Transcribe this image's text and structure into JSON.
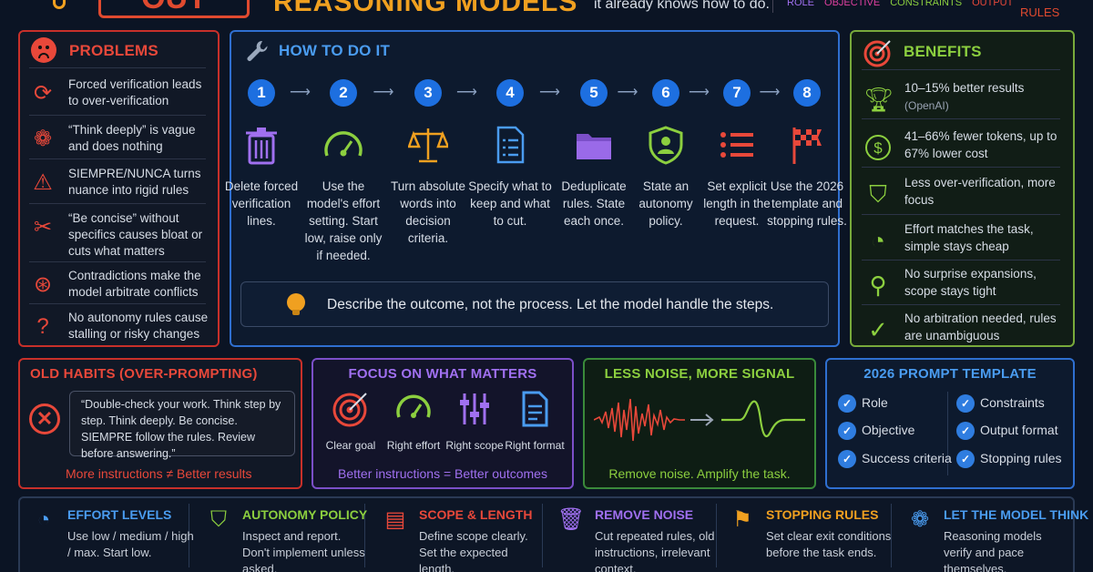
{
  "top": {
    "logo": "OUT",
    "title": "REASONING MODELS",
    "subtitle": "it already knows how to do.",
    "tags": [
      "ROLE",
      "OBJECTIVE",
      "CONSTRAINTS",
      "OUTPUT"
    ],
    "rules": "RULES"
  },
  "problems": {
    "title": "PROBLEMS",
    "items": [
      {
        "icon": "cycle-arrows-icon",
        "text": "Forced verification leads to over-verification"
      },
      {
        "icon": "brain-icon",
        "text": "“Think deeply” is vague and does nothing"
      },
      {
        "icon": "warning-icon",
        "text": "SIEMPRE/NUNCA turns nuance into rigid rules"
      },
      {
        "icon": "scissors-icon",
        "text": "“Be concise” without specifics causes bloat or cuts what matters"
      },
      {
        "icon": "conflict-icon",
        "text": "Contradictions make the model arbitrate conflicts"
      },
      {
        "icon": "question-person-icon",
        "text": "No autonomy rules cause stalling or risky changes"
      }
    ]
  },
  "how": {
    "title": "HOW TO DO IT",
    "steps": [
      {
        "num": "1",
        "icon": "trash-icon",
        "text": "Delete forced verification lines."
      },
      {
        "num": "2",
        "icon": "gauge-icon",
        "text": "Use the model's effort setting. Start low, raise only if needed."
      },
      {
        "num": "3",
        "icon": "scales-icon",
        "text": "Turn absolute words into decision criteria."
      },
      {
        "num": "4",
        "icon": "document-icon",
        "text": "Specify what to keep and what to cut."
      },
      {
        "num": "5",
        "icon": "folder-icon",
        "text": "Deduplicate rules. State each once."
      },
      {
        "num": "6",
        "icon": "shield-user-icon",
        "text": "State an autonomy policy."
      },
      {
        "num": "7",
        "icon": "list-icon",
        "text": "Set explicit length in the request."
      },
      {
        "num": "8",
        "icon": "checkered-flag-icon",
        "text": "Use the 2026 template and stopping rules."
      }
    ],
    "tip": "Describe the outcome, not the process. Let the model handle the steps."
  },
  "benefits": {
    "title": "BENEFITS",
    "items": [
      {
        "icon": "trophy-icon",
        "text": "10–15% better results",
        "sub": "(OpenAI)"
      },
      {
        "icon": "dollar-icon",
        "text": "41–66% fewer tokens, up to 67% lower cost",
        "sub": ""
      },
      {
        "icon": "shield-check-icon",
        "text": "Less over-verification, more focus",
        "sub": ""
      },
      {
        "icon": "gauge-icon",
        "text": "Effort matches the task, simple stays cheap",
        "sub": ""
      },
      {
        "icon": "magnifier-icon",
        "text": "No surprise expansions, scope stays tight",
        "sub": ""
      },
      {
        "icon": "check-circle-icon",
        "text": "No arbitration needed, rules are unambiguous",
        "sub": ""
      }
    ]
  },
  "old": {
    "title": "OLD HABITS (OVER-PROMPTING)",
    "quote": "“Double-check your work. Think step by step. Think deeply. Be concise. SIEMPRE follow the rules. Review before answering.”",
    "footer": "More instructions ≠ Better results"
  },
  "focus": {
    "title": "FOCUS ON WHAT MATTERS",
    "items": [
      "Clear goal",
      "Right effort",
      "Right scope",
      "Right format"
    ],
    "footer": "Better instructions = Better outcomes"
  },
  "noise": {
    "title": "LESS NOISE, MORE SIGNAL",
    "footer": "Remove noise. Amplify the task."
  },
  "template": {
    "title": "2026 PROMPT TEMPLATE",
    "left": [
      "Role",
      "Objective",
      "Success criteria"
    ],
    "right": [
      "Constraints",
      "Output format",
      "Stopping rules"
    ]
  },
  "bottom": [
    {
      "icon": "gauge-icon",
      "title": "EFFORT LEVELS",
      "text": "Use low / medium / high / max. Start low.",
      "color": "#4a9cf0"
    },
    {
      "icon": "shield-user-icon",
      "title": "AUTONOMY POLICY",
      "text": "Inspect and report. Don't implement unless asked.",
      "color": "#8ccf3f"
    },
    {
      "icon": "document-icon",
      "title": "SCOPE & LENGTH",
      "text": "Define scope clearly. Set the expected length.",
      "color": "#e8483a"
    },
    {
      "icon": "trash-icon",
      "title": "REMOVE NOISE",
      "text": "Cut repeated rules, old instructions, irrelevant context.",
      "color": "#a070f0"
    },
    {
      "icon": "flag-icon",
      "title": "STOPPING RULES",
      "text": "Set clear exit conditions before the task ends.",
      "color": "#f0a020"
    },
    {
      "icon": "brain-icon",
      "title": "LET THE MODEL THINK",
      "text": "Reasoning models verify and pace themselves.",
      "color": "#4a9cf0"
    }
  ],
  "colors": {
    "red": "#e8483a",
    "blue": "#2f6fd0",
    "green": "#8ccf3f",
    "purple": "#a070f0",
    "orange": "#f0a020"
  }
}
